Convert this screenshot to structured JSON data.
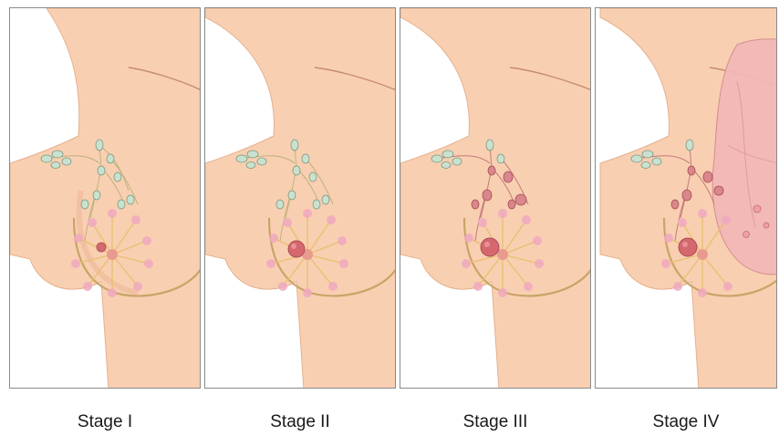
{
  "stages": [
    {
      "label": "Stage I",
      "tumor": "small",
      "nodes": "clear",
      "spread": false
    },
    {
      "label": "Stage II",
      "tumor": "larger",
      "nodes": "clear",
      "spread": false
    },
    {
      "label": "Stage III",
      "tumor": "larger",
      "nodes": "involved",
      "spread": false
    },
    {
      "label": "Stage IV",
      "tumor": "larger",
      "nodes": "involved",
      "spread": true
    }
  ],
  "colors": {
    "skin": "#f9cfb1",
    "skin_shadow": "#eab393",
    "outline": "#d7a27d",
    "node_clear": "#c9e2cf",
    "node_involved": "#d8878d",
    "duct": "#e8c06d",
    "lobule": "#f0a9c0",
    "tumor": "#d5686f",
    "lung": "#f2b8b8"
  }
}
